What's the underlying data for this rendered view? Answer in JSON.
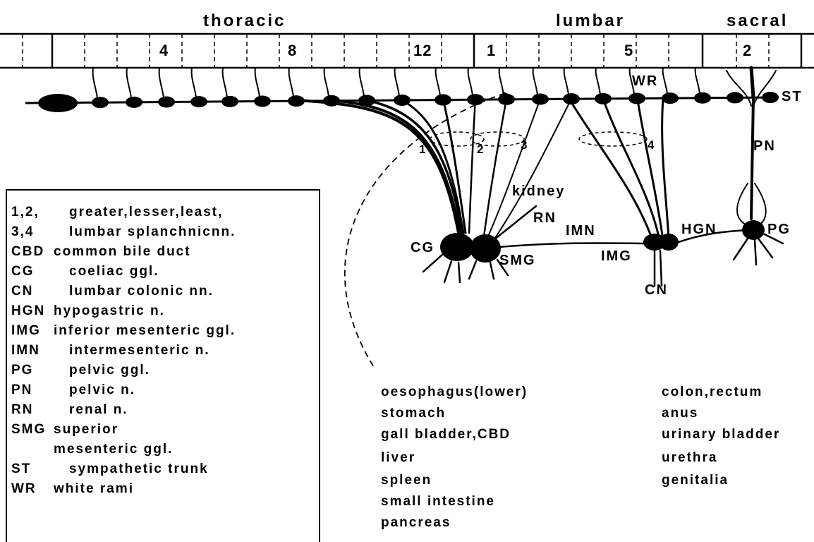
{
  "regions": {
    "thoracic": "thoracic",
    "lumbar": "lumbar",
    "sacral": "sacral"
  },
  "segment_numbers": {
    "t4": "4",
    "t8": "8",
    "t12": "12",
    "l1": "1",
    "l5": "5",
    "s2": "2"
  },
  "labels": {
    "wr": "WR",
    "st": "ST",
    "pn": "PN",
    "kidney": "kidney",
    "rn": "RN",
    "imn": "IMN",
    "hgn": "HGN",
    "pg": "PG",
    "cg": "CG",
    "smg": "SMG",
    "img": "IMG",
    "cn": "CN",
    "n1": "1",
    "n2": "2",
    "n3": "3",
    "n4": "4"
  },
  "legend": [
    {
      "abbr": "1,2,",
      "text": "greater,lesser,least,"
    },
    {
      "abbr": "3,4",
      "text": "lumbar splanchnicnn."
    },
    {
      "abbr": "CBD",
      "text": "common bile duct"
    },
    {
      "abbr": "CG",
      "text": "coeliac ggl."
    },
    {
      "abbr": "CN",
      "text": "lumbar colonic nn."
    },
    {
      "abbr": "HGN",
      "text": "hypogastric n."
    },
    {
      "abbr": "IMG",
      "text": "inferior mesenteric ggl."
    },
    {
      "abbr": "IMN",
      "text": "intermesenteric n."
    },
    {
      "abbr": "PG",
      "text": "pelvic ggl."
    },
    {
      "abbr": "PN",
      "text": "pelvic n."
    },
    {
      "abbr": "RN",
      "text": "renal n."
    },
    {
      "abbr": "SMG",
      "text": "superior"
    },
    {
      "abbr": "",
      "text": "mesenteric ggl."
    },
    {
      "abbr": "ST",
      "text": "sympathetic trunk"
    },
    {
      "abbr": "WR",
      "text": "white rami"
    }
  ],
  "organs_upper": [
    "oesophagus(lower)",
    "stomach",
    "gall bladder,CBD",
    "liver",
    "spleen",
    "small intestine",
    "pancreas"
  ],
  "organs_lower": [
    "colon,rectum",
    "anus",
    "urinary bladder",
    "urethra",
    "genitalia"
  ]
}
